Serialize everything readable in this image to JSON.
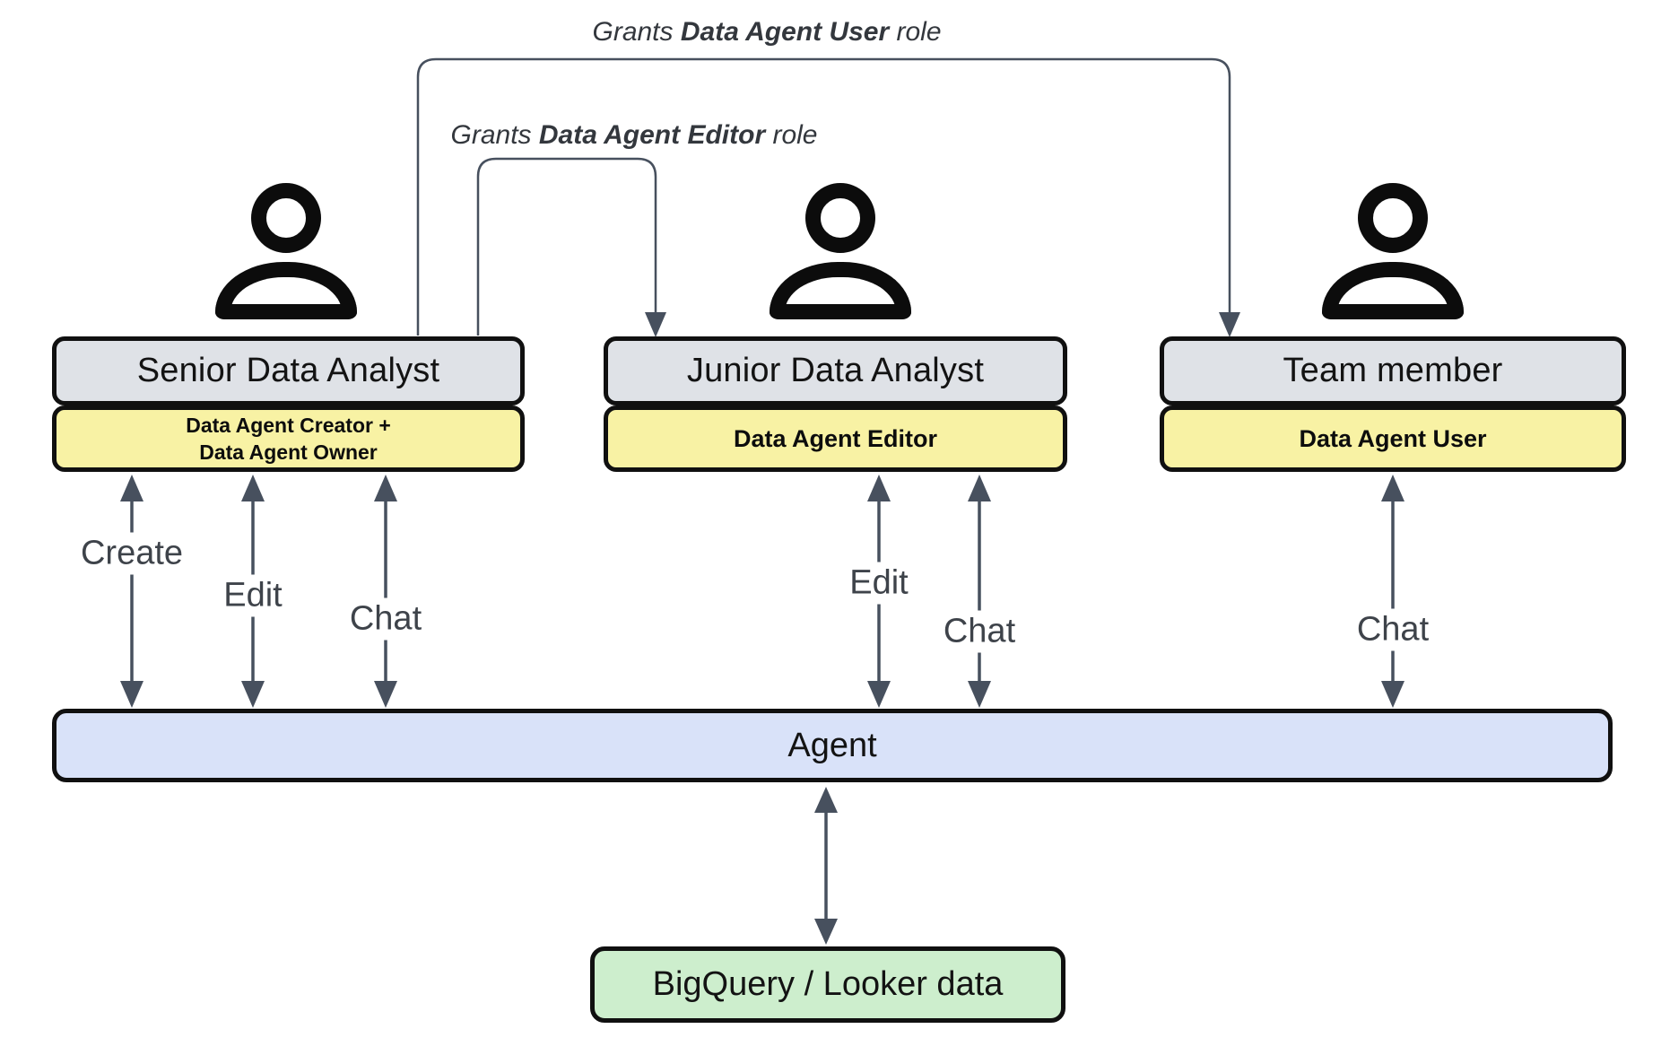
{
  "grants": {
    "user": {
      "prefix": "Grants ",
      "bold": "Data Agent User",
      "suffix": " role"
    },
    "editor": {
      "prefix": "Grants ",
      "bold": "Data Agent Editor",
      "suffix": " role"
    }
  },
  "actors": [
    {
      "title": "Senior Data Analyst",
      "roles": [
        "Data Agent Creator +",
        "Data Agent Owner"
      ],
      "actions": [
        "Create",
        "Edit",
        "Chat"
      ]
    },
    {
      "title": "Junior Data Analyst",
      "roles": [
        "Data Agent Editor"
      ],
      "actions": [
        "Edit",
        "Chat"
      ]
    },
    {
      "title": "Team member",
      "roles": [
        "Data Agent User"
      ],
      "actions": [
        "Chat"
      ]
    }
  ],
  "agent": {
    "label": "Agent"
  },
  "datastore": {
    "label": "BigQuery / Looker data"
  },
  "colors": {
    "actor_box": "#dfe2e7",
    "role_box": "#f8f2a4",
    "agent_bar": "#d9e2f9",
    "datastore_box": "#cdeecd",
    "arrow": "#47505e",
    "border": "#101010"
  }
}
